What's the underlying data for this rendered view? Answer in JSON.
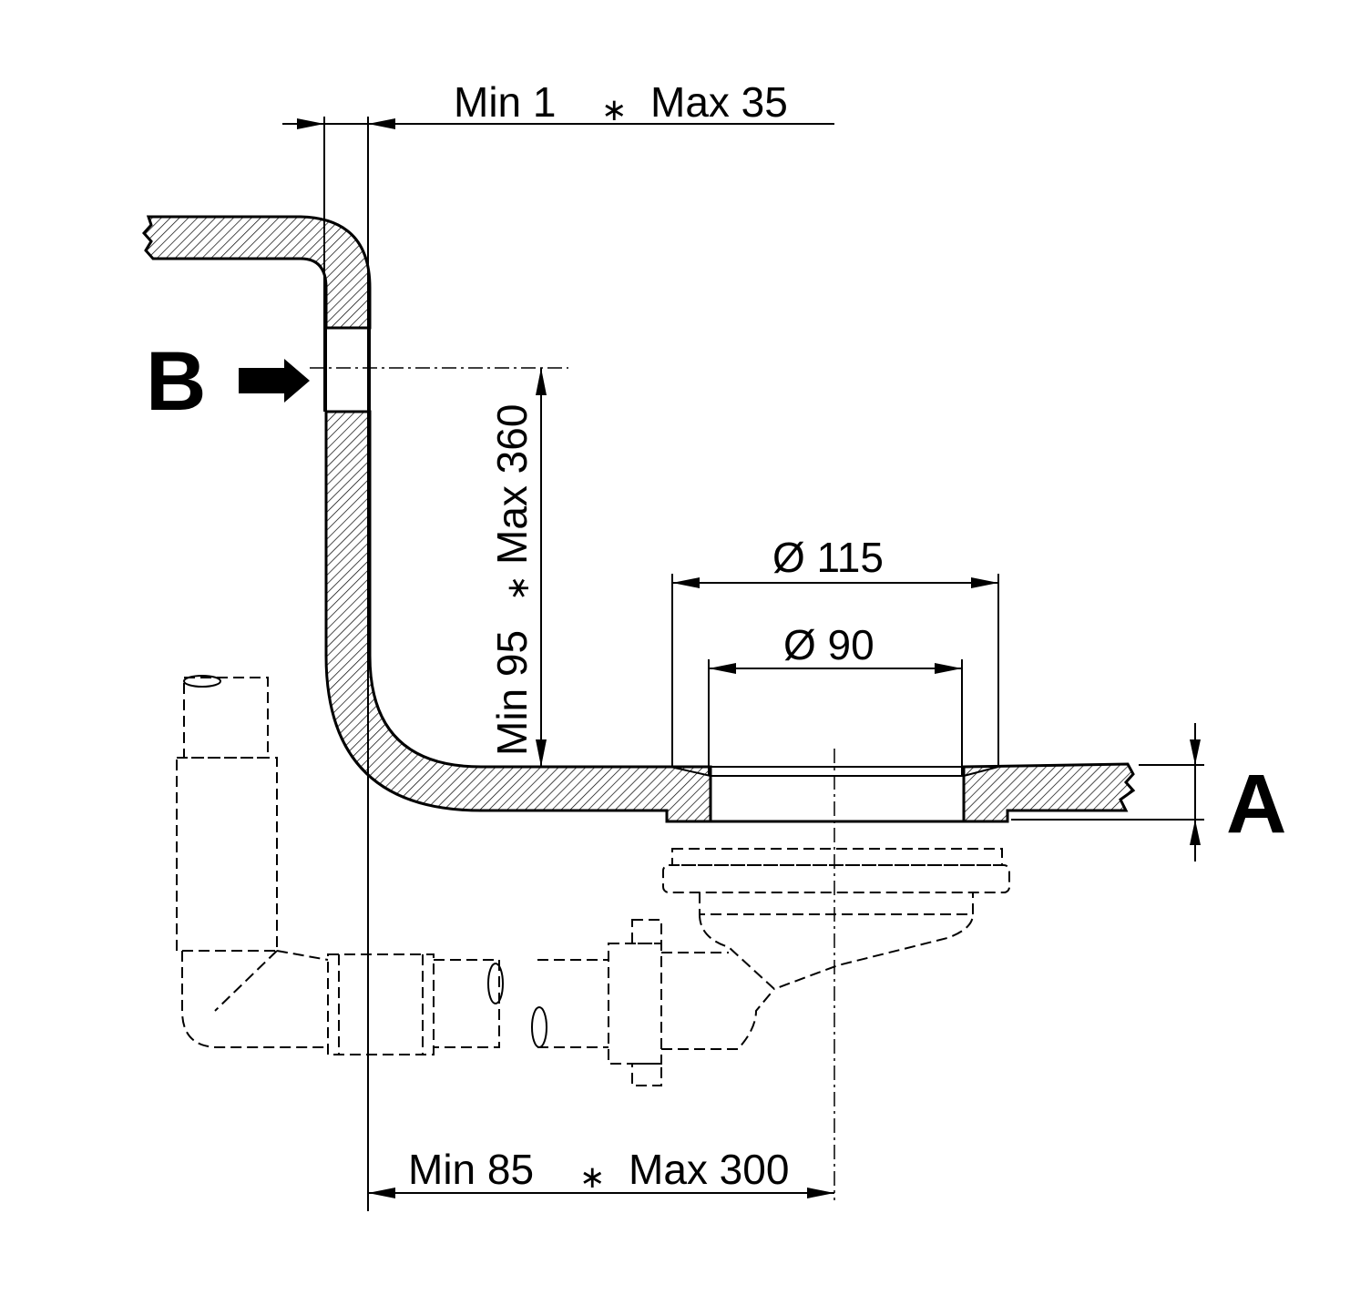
{
  "dimensions": {
    "top_min": "Min 1",
    "top_max": "Max 35",
    "vertical_min": "Min 95",
    "vertical_max": "Max 360",
    "bottom_min": "Min 85",
    "bottom_max": "Max 300",
    "outer_diameter": "Ø 115",
    "inner_diameter": "Ø 90",
    "separator": "∗"
  },
  "labels": {
    "a": "A",
    "b": "B"
  },
  "colors": {
    "line": "#000000",
    "background": "#ffffff"
  }
}
